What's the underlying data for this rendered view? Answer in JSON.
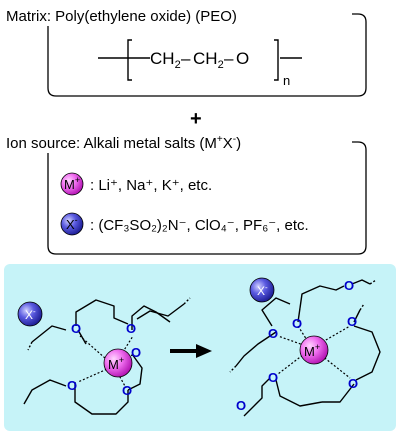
{
  "matrix": {
    "title": "Matrix: Poly(ethylene oxide) (PEO)",
    "formula": {
      "unit": "CH",
      "sub2": "2",
      "bond": "–",
      "oxygen": "O",
      "repeat_n": "n"
    }
  },
  "plus_sign": "+",
  "ion_source": {
    "title": "Ion source: Alkali metal salts (M",
    "title_cation_sup": "+",
    "title_anion": "X",
    "title_anion_sup": "-",
    "title_close": ")",
    "cation_symbol": "M",
    "cation_charge": "+",
    "cation_examples": ":  Li⁺, Na⁺, K⁺, etc.",
    "anion_symbol": "X",
    "anion_charge": "-",
    "anion_examples": ":  (CF₃SO₂)₂N⁻, ClO₄⁻, PF₆⁻, etc."
  },
  "scheme": {
    "oxygen_label": "O",
    "metal_label": "M",
    "metal_charge": "+",
    "anion_label": "X",
    "anion_charge": "-"
  },
  "colors": {
    "cation_fill": "#ee44ee",
    "anion_fill": "#4040cc",
    "oxygen_text": "#0000cc",
    "scheme_bg": "#c6f3f8",
    "line": "#000000"
  }
}
